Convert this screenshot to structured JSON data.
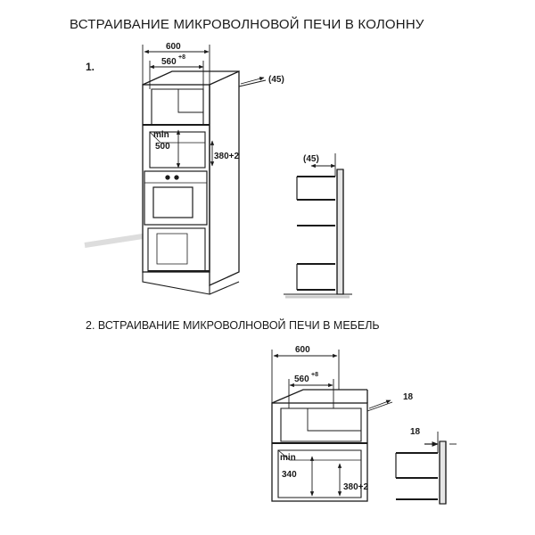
{
  "titles": {
    "main": "ВСТРАИВАНИЕ МИКРОВОЛНОВОЙ ПЕЧИ В КОЛОННУ",
    "step1": "1.",
    "step2": "2. ВСТРАИВАНИЕ МИКРОВОЛНОВОЙ ПЕЧИ В МЕБЕЛЬ"
  },
  "diagram1": {
    "width_outer": "600",
    "width_inner": "560",
    "width_inner_tol": "+8",
    "depth_gap": "(45)",
    "min_label": "min",
    "min_height": "500",
    "niche_height": "380+2",
    "side_gap": "(45)"
  },
  "diagram2": {
    "width_outer": "600",
    "width_inner": "560",
    "width_inner_tol": "+8",
    "panel": "18",
    "min_label": "min",
    "min_height": "340",
    "niche_height": "380+2",
    "side_panel": "18"
  },
  "colors": {
    "line": "#1a1a1a",
    "wall": "#b9b9b9",
    "shade": "#e6e6e6"
  }
}
